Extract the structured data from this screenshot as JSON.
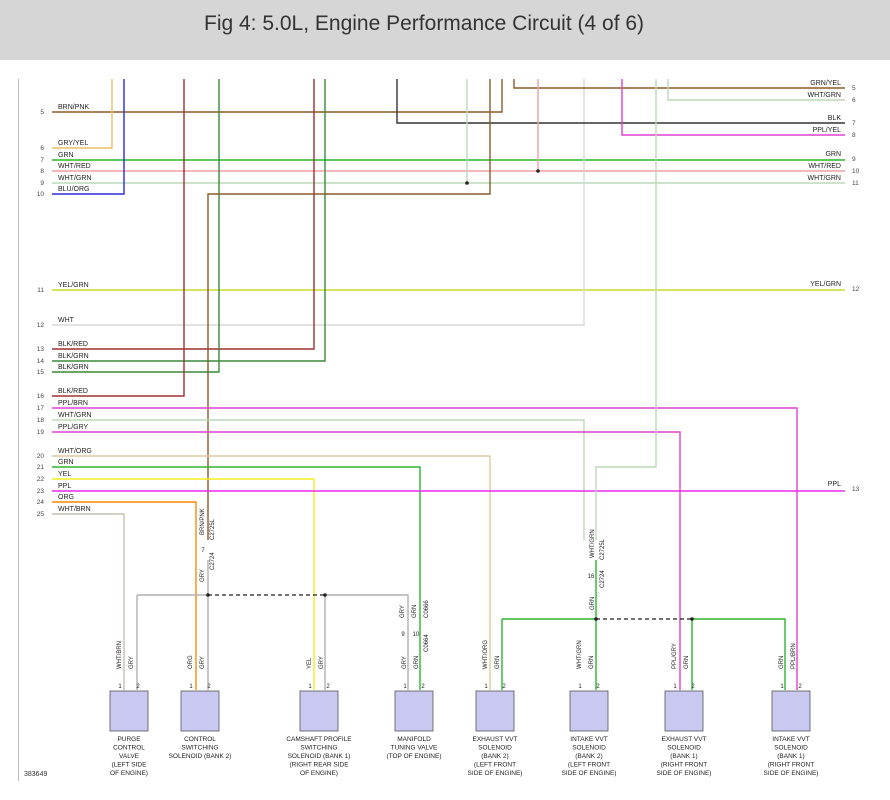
{
  "title": "Fig 4: 5.0L, Engine Performance Circuit (4 of 6)",
  "figure_number": "383649",
  "colors": {
    "brn_pnk": "#8b5a2b",
    "gry_yel": "#e8c060",
    "grn": "#2db52d",
    "wht_red": "#f0a0a0",
    "wht_grn": "#bcd9b8",
    "blu_org": "#2b2bd6",
    "yel_grn": "#c8d82c",
    "wht": "#d8d8d8",
    "blk_red": "#a03030",
    "blk_grn": "#3a8a3a",
    "ppl_brn": "#e040d0",
    "ppl_gry": "#e040d0",
    "wht_org": "#e0c8a0",
    "yel": "#f0f020",
    "ppl": "#ec2cec",
    "org": "#ff8800",
    "wht_brn": "#c8c0b0",
    "gry": "#b0b0b0",
    "blk": "#333333",
    "ppl_yel": "#e040d0",
    "component": "#c8c8f0"
  },
  "left_wires": [
    {
      "pin": "5",
      "label": "BRN/PNK"
    },
    {
      "pin": "6",
      "label": "GRY/YEL"
    },
    {
      "pin": "7",
      "label": "GRN"
    },
    {
      "pin": "8",
      "label": "WHT/RED"
    },
    {
      "pin": "9",
      "label": "WHT/GRN"
    },
    {
      "pin": "10",
      "label": "BLU/ORG"
    },
    {
      "pin": "11",
      "label": "YEL/GRN"
    },
    {
      "pin": "12",
      "label": "WHT"
    },
    {
      "pin": "13",
      "label": "BLK/RED"
    },
    {
      "pin": "14",
      "label": "BLK/GRN"
    },
    {
      "pin": "15",
      "label": "BLK/GRN"
    },
    {
      "pin": "16",
      "label": "BLK/RED"
    },
    {
      "pin": "17",
      "label": "PPL/BRN"
    },
    {
      "pin": "18",
      "label": "WHT/GRN"
    },
    {
      "pin": "19",
      "label": "PPL/GRY"
    },
    {
      "pin": "20",
      "label": "WHT/ORG"
    },
    {
      "pin": "21",
      "label": "GRN"
    },
    {
      "pin": "22",
      "label": "YEL"
    },
    {
      "pin": "23",
      "label": "PPL"
    },
    {
      "pin": "24",
      "label": "ORG"
    },
    {
      "pin": "25",
      "label": "WHT/BRN"
    }
  ],
  "right_wires": [
    {
      "pin": "5",
      "label": "GRN/YEL"
    },
    {
      "pin": "6",
      "label": "WHT/GRN"
    },
    {
      "pin": "7",
      "label": "BLK"
    },
    {
      "pin": "8",
      "label": "PPL/YEL"
    },
    {
      "pin": "9",
      "label": "GRN"
    },
    {
      "pin": "10",
      "label": "WHT/RED"
    },
    {
      "pin": "11",
      "label": "WHT/GRN"
    },
    {
      "pin": "12",
      "label": "YEL/GRN"
    },
    {
      "pin": "13",
      "label": "PPL"
    }
  ],
  "connectors": {
    "c2725l_a": "C2725L",
    "c2724_a": "C2724",
    "c2725l_b": "C2725L",
    "c2724_b": "C2724",
    "c0666": "C0666",
    "c0664": "C0664",
    "pin7": "7",
    "pin16": "16",
    "pin9": "9",
    "pin10": "10"
  },
  "riser_labels": {
    "brn_pnk": "BRN/PNK",
    "gry_a": "GRY",
    "wht_grn": "WHT/GRN",
    "grn_a": "GRN",
    "gry_b": "GRY",
    "grn_b": "GRN"
  },
  "components": [
    {
      "id": "purge",
      "name": [
        "PURGE",
        "CONTROL",
        "VALVE",
        "(LEFT SIDE",
        "OF ENGINE)"
      ],
      "w1": "WHT/BRN",
      "w2": "GRY"
    },
    {
      "id": "ctrl-sw",
      "name": [
        "CONTROL",
        "SWITCHING",
        "SOLENOID (BANK 2)"
      ],
      "w1": "ORG",
      "w2": "GRY"
    },
    {
      "id": "cam-prof",
      "name": [
        "CAMSHAFT PROFILE",
        "SWITCHING",
        "SOLENOID (BANK 1)",
        "(RIGHT REAR SIDE",
        "OF ENGINE)"
      ],
      "w1": "YEL",
      "w2": "GRY"
    },
    {
      "id": "manifold",
      "name": [
        "MANIFOLD",
        "TUNING VALVE",
        "(TOP OF ENGINE)"
      ],
      "w1": "GRY",
      "w2": "GRN"
    },
    {
      "id": "exh-vvt-b2",
      "name": [
        "EXHAUST VVT",
        "SOLENOID",
        "(BANK 2)",
        "(LEFT FRONT",
        "SIDE OF ENGINE)"
      ],
      "w1": "WHT/ORG",
      "w2": "GRN"
    },
    {
      "id": "int-vvt-b2",
      "name": [
        "INTAKE VVT",
        "SOLENOID",
        "(BANK 2)",
        "(LEFT FRONT",
        "SIDE OF ENGINE)"
      ],
      "w1": "WHT/GRN",
      "w2": "GRN"
    },
    {
      "id": "exh-vvt-b1",
      "name": [
        "EXHAUST VVT",
        "SOLENOID",
        "(BANK 1)",
        "(RIGHT FRONT",
        "SIDE OF ENGINE)"
      ],
      "w1": "PPL/GRY",
      "w2": "GRN"
    },
    {
      "id": "int-vvt-b1",
      "name": [
        "INTAKE VVT",
        "SOLENOID",
        "(BANK 1)",
        "(RIGHT FRONT",
        "SIDE OF ENGINE)"
      ],
      "w1": "GRN",
      "w2": "PPL/BRN"
    }
  ],
  "pin_labels": {
    "p1": "1",
    "p2": "2"
  }
}
